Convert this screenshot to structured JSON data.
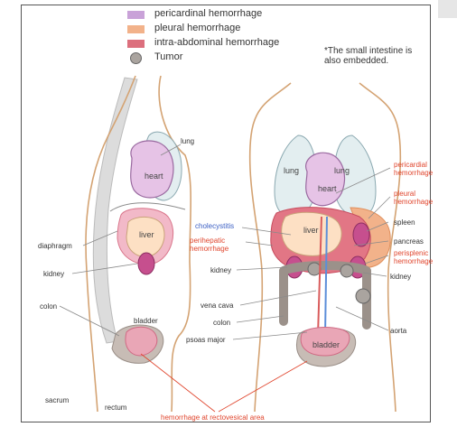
{
  "legend": {
    "items": [
      {
        "label": "pericardinal hemorrhage",
        "color": "#c9a2d8"
      },
      {
        "label": "pleural hemorrhage",
        "color": "#f2b28a"
      },
      {
        "label": "intra-abdominal hemorrhage",
        "color": "#dc6f7d"
      },
      {
        "label": "Tumor",
        "color": "#aaa49f"
      }
    ]
  },
  "note": {
    "line1": "*The small intestine is",
    "line2": "also embedded."
  },
  "side_view": {
    "lung": "lung",
    "heart": "heart",
    "liver": "liver",
    "diaphragm": "diaphragm",
    "kidney": "kidney",
    "colon": "colon",
    "bladder": "bladder",
    "sacrum": "sacrum",
    "rectum": "rectum"
  },
  "front_view": {
    "lung_left": "lung",
    "lung_right": "lung",
    "heart": "heart",
    "liver": "liver",
    "bladder": "bladder",
    "pericardial_hem_1": "pericardial",
    "pericardial_hem_2": "hemorrhage",
    "pleural_hem_1": "pleural",
    "pleural_hem_2": "hemorrhage",
    "spleen": "spleen",
    "pancreas": "pancreas",
    "perisplenic_1": "perisplenic",
    "perisplenic_2": "hemorrhage",
    "kidney_right": "kidney",
    "cholecystitis": "cholecystitis",
    "perihepatic_1": "perihepatic",
    "perihepatic_2": "hemorrhage",
    "kidney_left": "kidney",
    "vena_cava": "vena cava",
    "colon": "colon",
    "psoas_major": "psoas major",
    "aorta": "aorta"
  },
  "footer": "hemorrhage at rectovesical area"
}
